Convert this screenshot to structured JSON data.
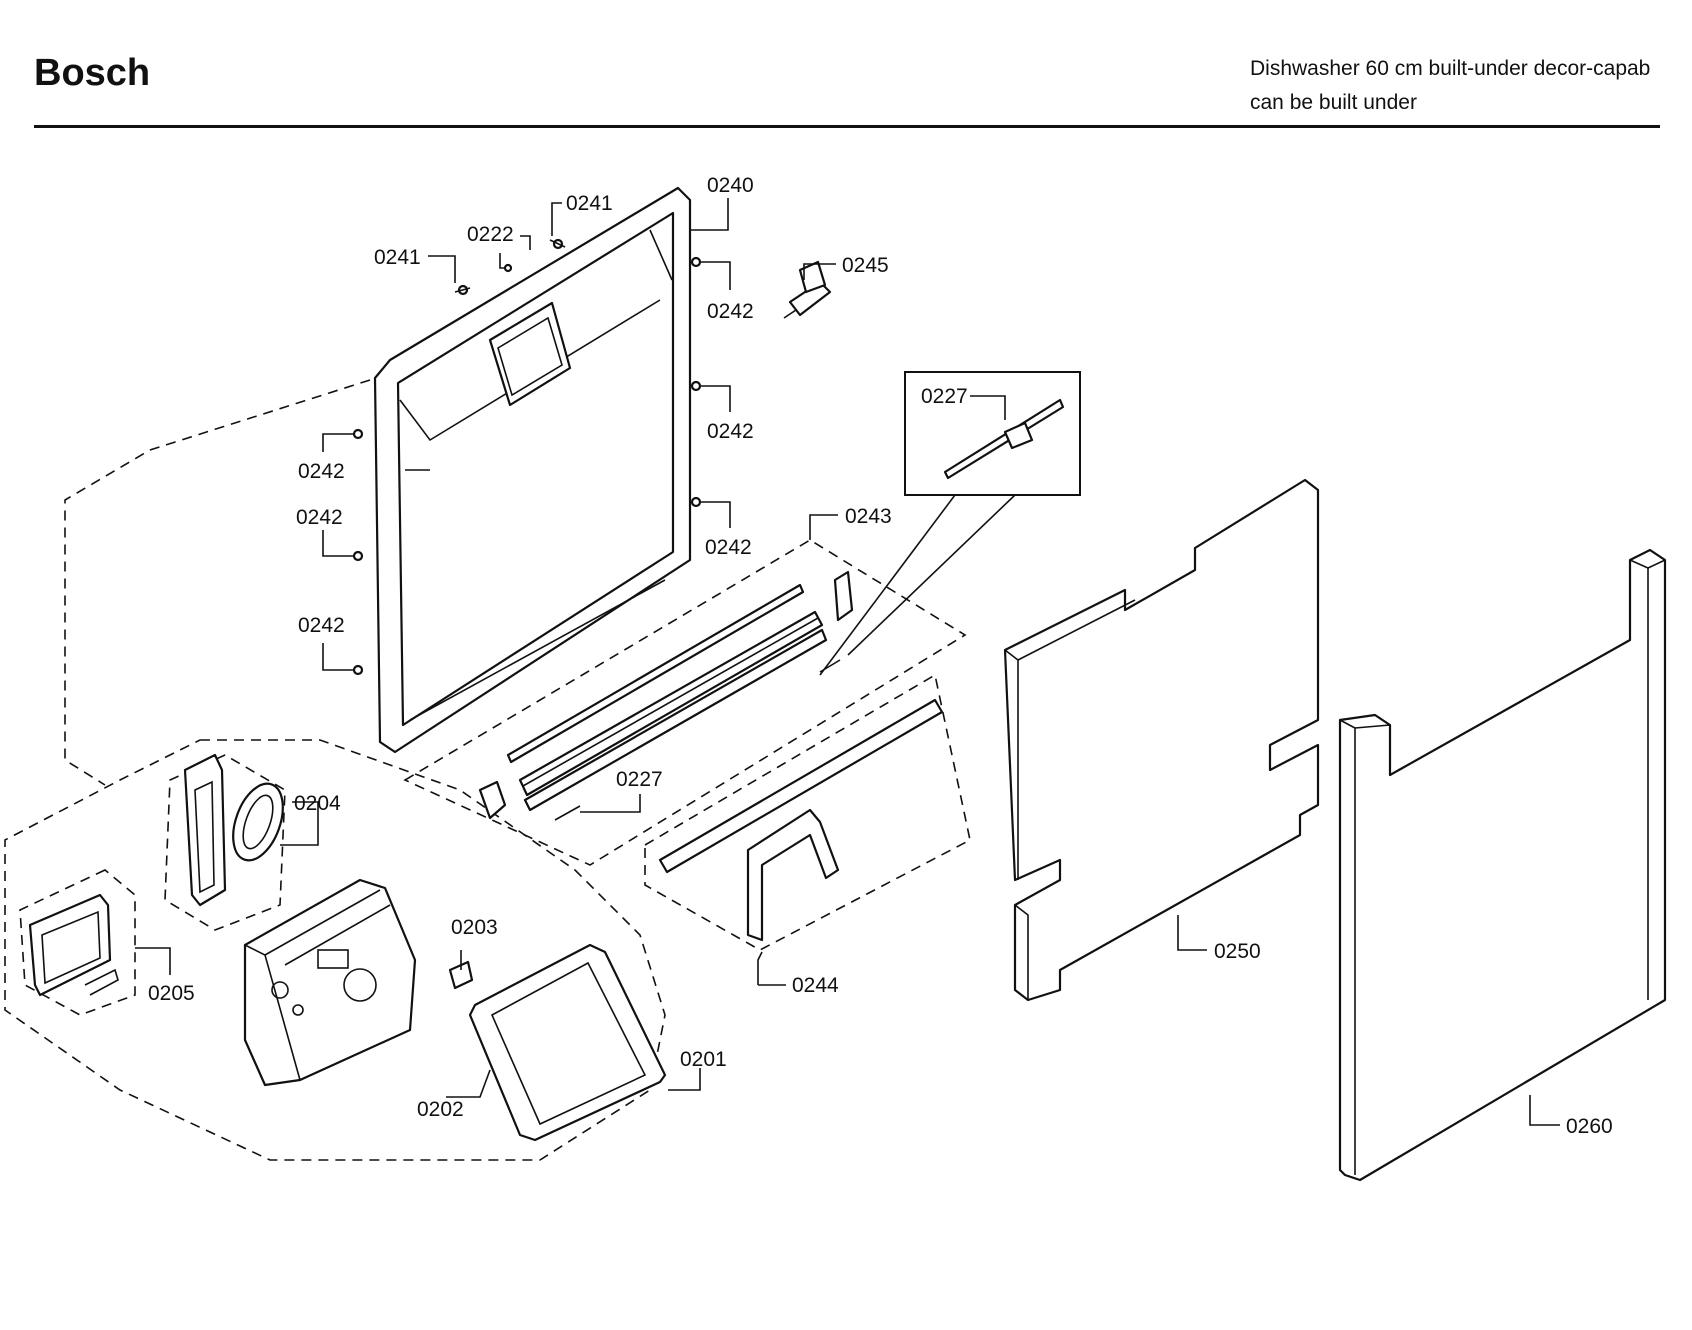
{
  "header": {
    "brand": "Bosch",
    "description_line1": "Dishwasher 60 cm built-under decor-capab",
    "description_line2": "can be built under"
  },
  "labels": {
    "p0240": "0240",
    "p0241a": "0241",
    "p0241b": "0241",
    "p0222": "0222",
    "p0245": "0245",
    "p0242_r1": "0242",
    "p0242_r2": "0242",
    "p0242_r3": "0242",
    "p0242_l1": "0242",
    "p0242_l2": "0242",
    "p0242_l3": "0242",
    "p0227_inset": "0227",
    "p0243": "0243",
    "p0227": "0227",
    "p0204": "0204",
    "p0205": "0205",
    "p0203": "0203",
    "p0202": "0202",
    "p0201": "0201",
    "p0244": "0244",
    "p0250": "0250",
    "p0260": "0260"
  }
}
